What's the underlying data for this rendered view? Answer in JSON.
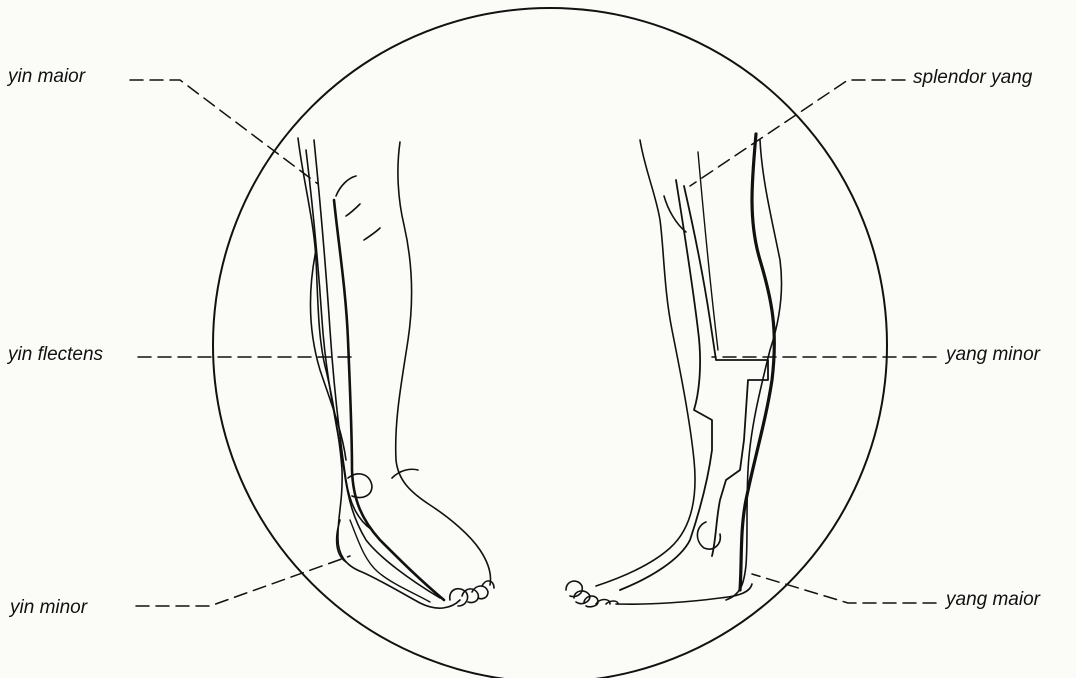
{
  "diagram": {
    "labels": {
      "yin_maior": "yin maior",
      "yin_flectens": "yin flectens",
      "yin_minor": "yin minor",
      "splendor_yang": "splendor yang",
      "yang_minor": "yang minor",
      "yang_maior": "yang maior"
    },
    "colors": {
      "ink": "#111111",
      "background": "#fbfbf8"
    }
  }
}
